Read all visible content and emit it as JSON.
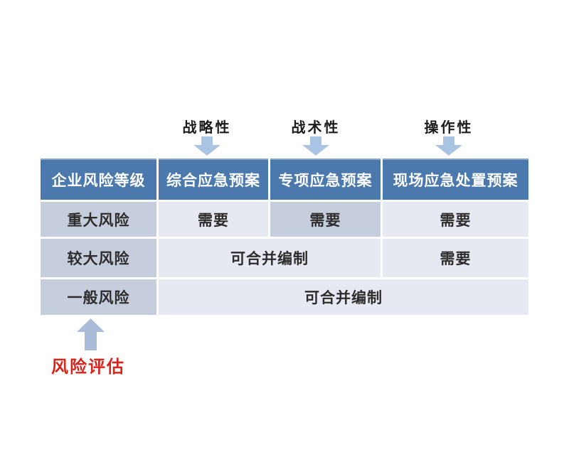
{
  "colors": {
    "header-bg": "#4b79ae",
    "header-top-edge": "#8aa4c8",
    "dark-cell-bg": "#c6cddd",
    "light-cell-bg": "#e6e9f1",
    "arrow-fill": "#a9c4e2",
    "up-arrow-fill": "#a9bdd8",
    "risk-label-color": "#d9251d",
    "body-text": "#2d2d2d"
  },
  "top_annotations": [
    {
      "label": "战略性"
    },
    {
      "label": "战术性"
    },
    {
      "label": "操作性"
    }
  ],
  "table": {
    "headers": [
      "企业风险等级",
      "综合应急预案",
      "专项应急预案",
      "现场应急处置预案"
    ],
    "rows": [
      {
        "label": "重大风险",
        "cells": [
          "需要",
          "需要",
          "需要"
        ]
      },
      {
        "label": "较大风险",
        "cells": [
          "可合并编制",
          "需要"
        ]
      },
      {
        "label": "一般风险",
        "cells": [
          "可合并编制"
        ]
      }
    ]
  },
  "bottom_annotation": {
    "label": "风险评估"
  }
}
